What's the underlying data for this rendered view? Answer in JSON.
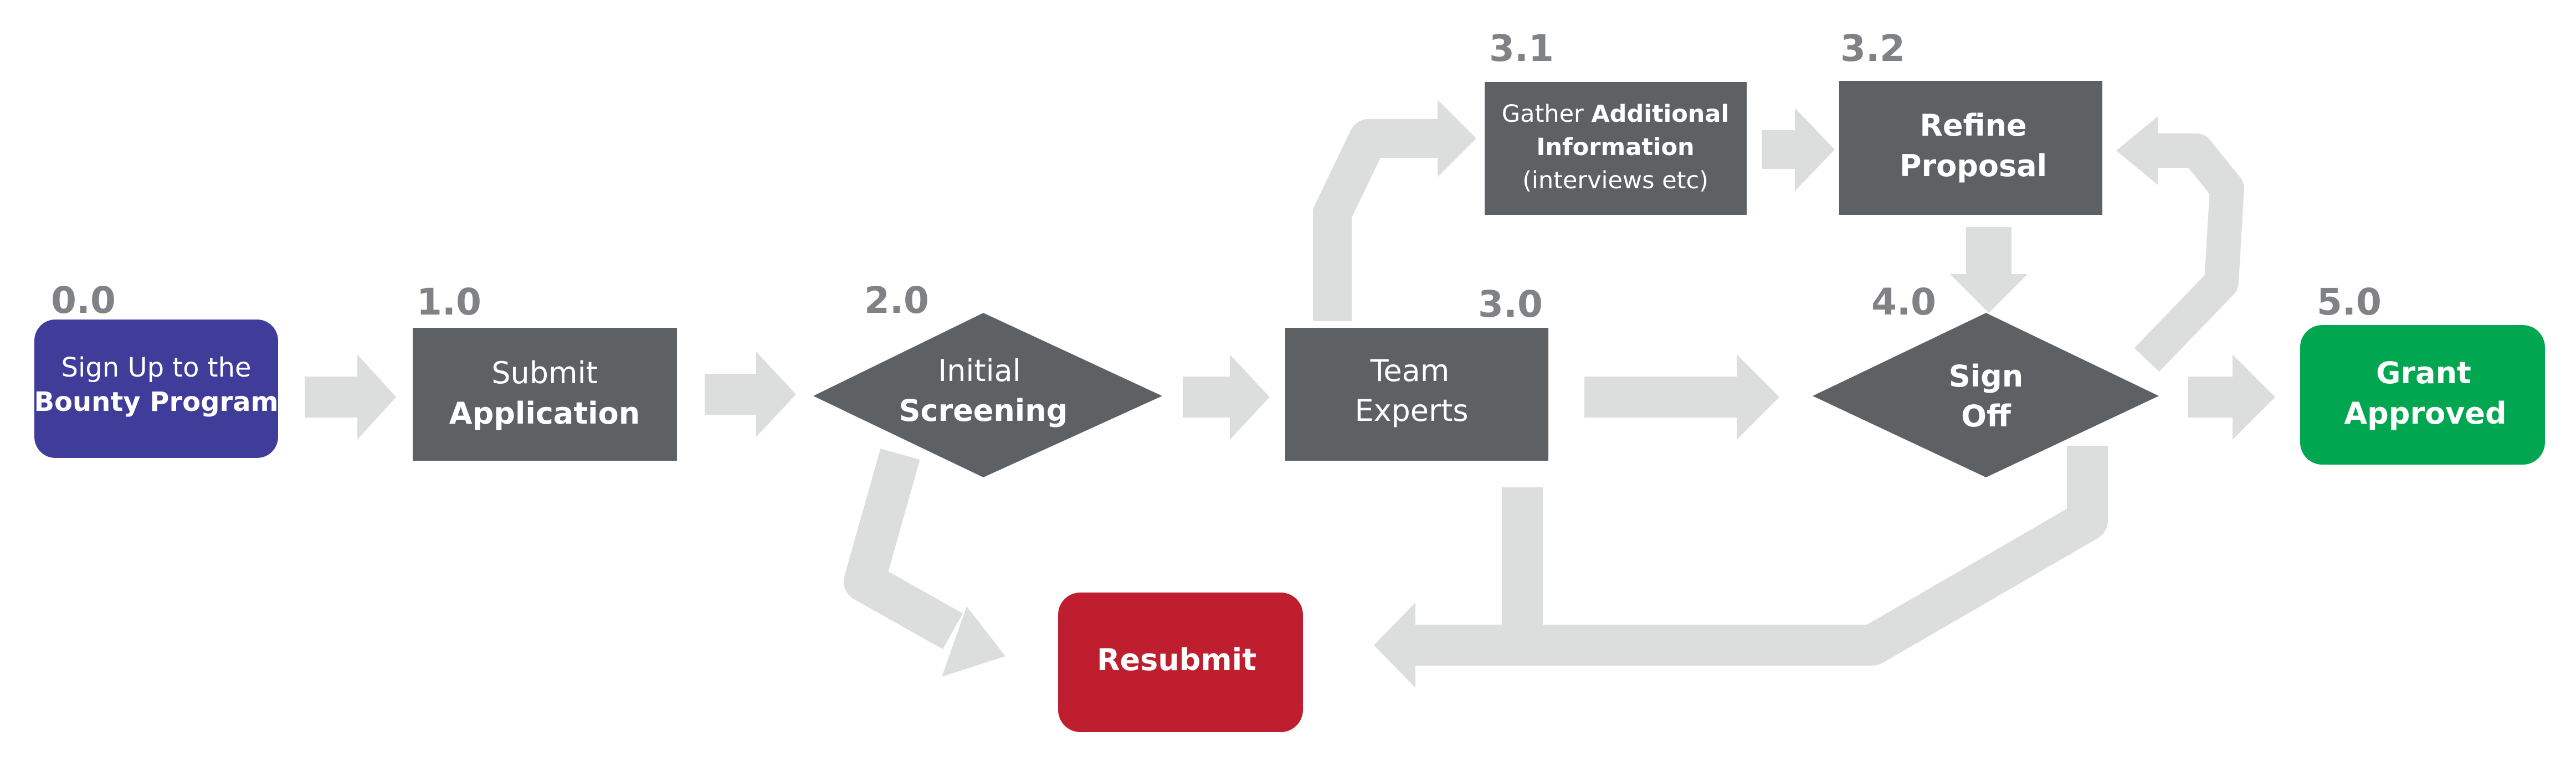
{
  "colors": {
    "start": "#3f3d99",
    "process": "#5d6163",
    "approved": "#00a650",
    "resubmit": "#be1e2d",
    "arrow": "#dcdddd",
    "number": "#808285"
  },
  "steps": {
    "signup": {
      "number": "0.0",
      "line1": "Sign Up to the",
      "line2": "Bounty Program"
    },
    "submit": {
      "number": "1.0",
      "line1": "Submit",
      "line2": "Application"
    },
    "screening": {
      "number": "2.0",
      "line1": "Initial",
      "line2": "Screening"
    },
    "experts": {
      "number": "3.0",
      "line1": "Team",
      "line2": "Experts"
    },
    "gather": {
      "number": "3.1",
      "line1_a": "Gather ",
      "line1_b": "Additional",
      "line2": "Information",
      "line3": "(interviews etc)"
    },
    "refine": {
      "number": "3.2",
      "line1": "Refine",
      "line2": "Proposal"
    },
    "signoff": {
      "number": "4.0",
      "line1": "Sign",
      "line2": "Off"
    },
    "approved": {
      "number": "5.0",
      "line1": "Grant",
      "line2": "Approved"
    },
    "resubmit": {
      "label": "Resubmit"
    }
  }
}
